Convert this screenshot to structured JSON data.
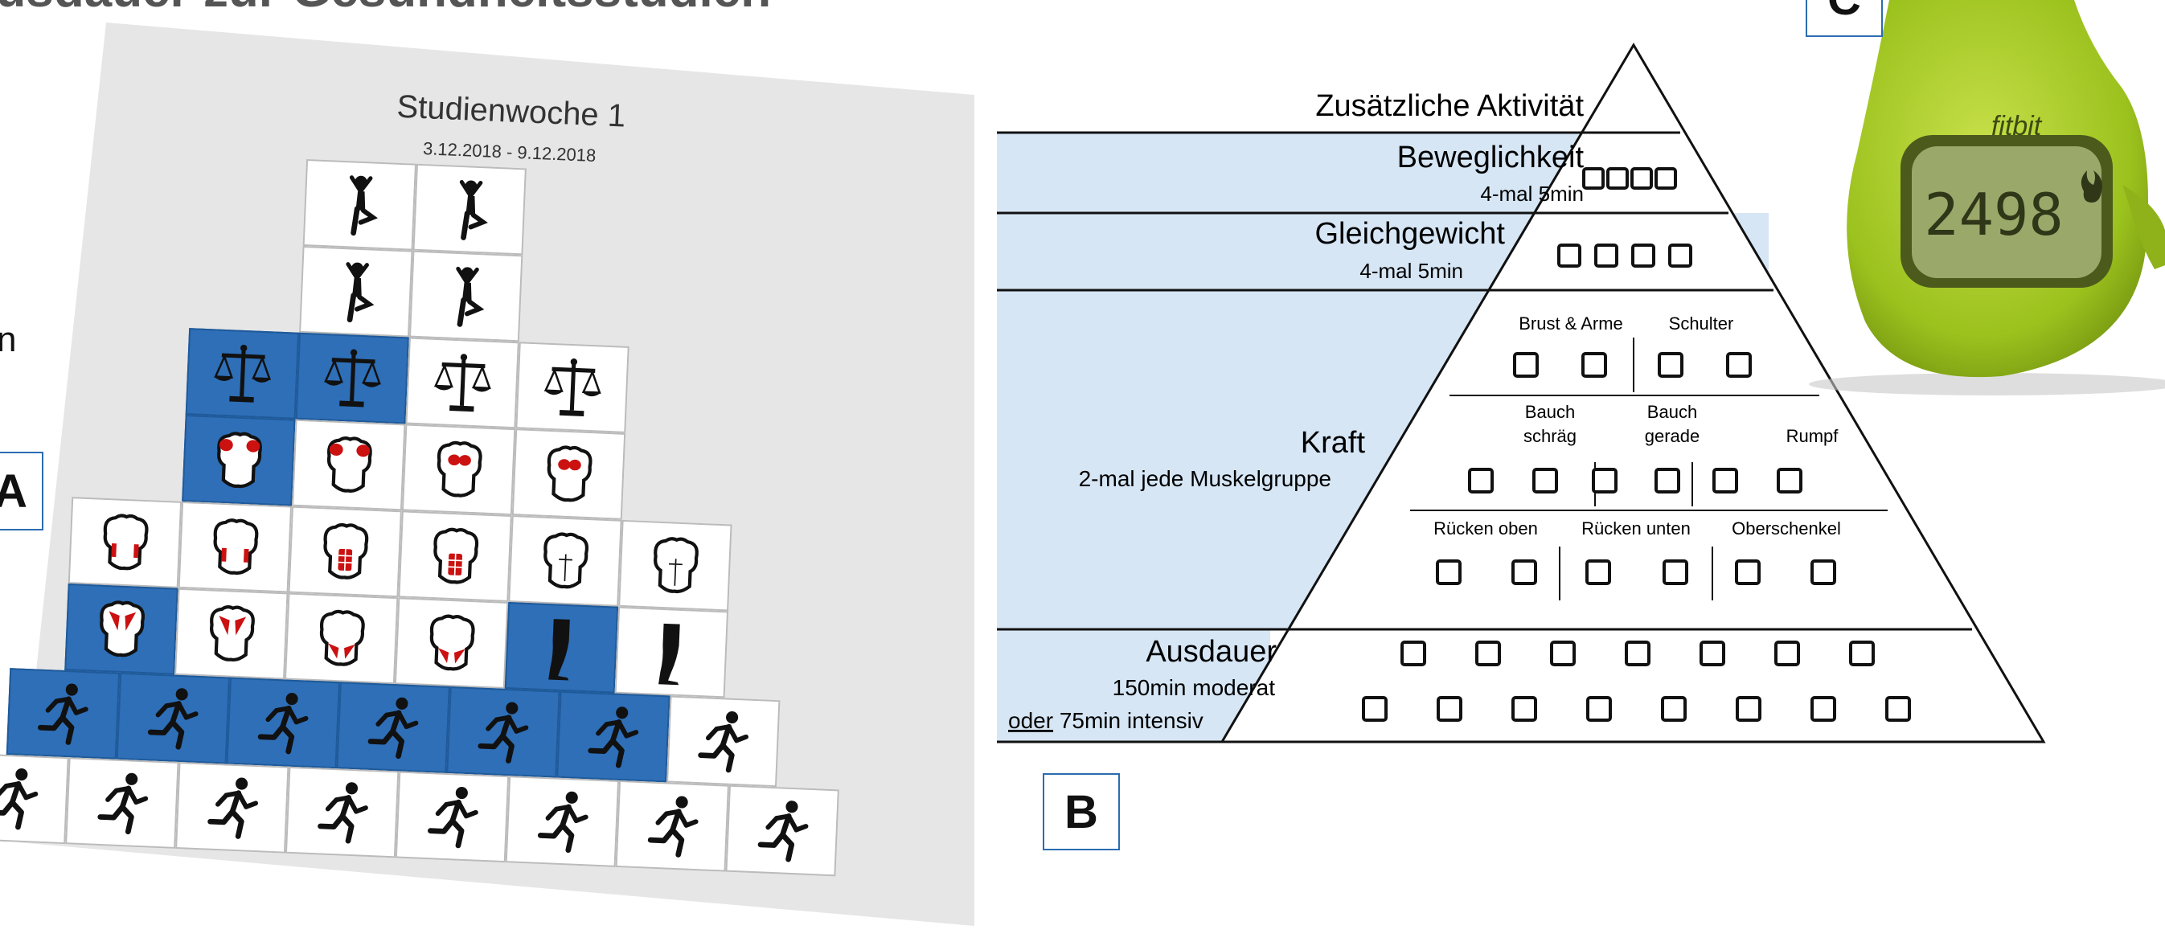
{
  "cut_title": "ausdauer zur Gesundheitsstudien",
  "cut_text": "n",
  "labels": {
    "a": "A",
    "b": "B",
    "c": "C"
  },
  "panel_a": {
    "title": "Studienwoche 1",
    "dates": "3.12.2018 - 9.12.2018",
    "rows": [
      {
        "tiles": [
          {
            "icon": "tree-pose-icon",
            "done": false
          },
          {
            "icon": "tree-pose-icon",
            "done": false
          }
        ]
      },
      {
        "tiles": [
          {
            "icon": "tree-pose-icon",
            "done": false
          },
          {
            "icon": "tree-pose-icon",
            "done": false
          }
        ]
      },
      {
        "tiles": [
          {
            "icon": "balance-scale-icon",
            "done": true
          },
          {
            "icon": "balance-scale-icon",
            "done": true
          },
          {
            "icon": "balance-scale-icon",
            "done": false
          },
          {
            "icon": "balance-scale-icon",
            "done": false
          }
        ]
      },
      {
        "tiles": [
          {
            "icon": "torso-shoulders-icon",
            "done": true
          },
          {
            "icon": "torso-shoulders-icon",
            "done": false
          },
          {
            "icon": "torso-chest-icon",
            "done": false
          },
          {
            "icon": "torso-chest-icon",
            "done": false
          }
        ]
      },
      {
        "tiles": [
          {
            "icon": "torso-oblique-icon",
            "done": false
          },
          {
            "icon": "torso-oblique-icon",
            "done": false
          },
          {
            "icon": "torso-abs-icon",
            "done": false
          },
          {
            "icon": "torso-abs-icon",
            "done": false
          },
          {
            "icon": "torso-outline-icon",
            "done": false
          },
          {
            "icon": "torso-outline-icon",
            "done": false
          }
        ]
      },
      {
        "tiles": [
          {
            "icon": "torso-upper-back-icon",
            "done": true
          },
          {
            "icon": "torso-upper-back-icon",
            "done": false
          },
          {
            "icon": "torso-lower-back-icon",
            "done": false
          },
          {
            "icon": "torso-lower-back-icon",
            "done": false
          },
          {
            "icon": "leg-icon",
            "done": true
          },
          {
            "icon": "leg-icon",
            "done": false
          }
        ]
      },
      {
        "tiles": [
          {
            "icon": "runner-icon",
            "done": true
          },
          {
            "icon": "runner-icon",
            "done": true
          },
          {
            "icon": "runner-icon",
            "done": true
          },
          {
            "icon": "runner-icon",
            "done": true
          },
          {
            "icon": "runner-icon",
            "done": true
          },
          {
            "icon": "runner-icon",
            "done": true
          },
          {
            "icon": "runner-icon",
            "done": false
          }
        ]
      },
      {
        "tiles": [
          {
            "icon": "runner-icon",
            "done": false
          },
          {
            "icon": "runner-icon",
            "done": false
          },
          {
            "icon": "runner-icon",
            "done": false
          },
          {
            "icon": "runner-icon",
            "done": false
          },
          {
            "icon": "runner-icon",
            "done": false
          },
          {
            "icon": "runner-icon",
            "done": false
          },
          {
            "icon": "runner-icon",
            "done": false
          },
          {
            "icon": "runner-icon",
            "done": false
          }
        ]
      }
    ],
    "colors": {
      "done": "#2e6fb8",
      "accent": "#cc1111"
    }
  },
  "panel_b": {
    "top_label": "Zusätzliche Aktivität",
    "beweglichkeit": {
      "title": "Beweglichkeit",
      "sub": "4-mal 5min",
      "boxes": 4
    },
    "gleichgewicht": {
      "title": "Gleichgewicht",
      "sub": "4-mal 5min",
      "boxes": 4
    },
    "kraft": {
      "title": "Kraft",
      "sub": "2-mal jede Muskelgruppe",
      "groups_row1": [
        "Brust & Arme",
        "Schulter"
      ],
      "groups_row2": [
        "Bauch schräg",
        "Bauch gerade",
        "Rumpf"
      ],
      "groups_row3": [
        "Rücken oben",
        "Rücken unten",
        "Oberschenkel"
      ],
      "bauch_label": "Bauch",
      "schraeg_label": "schräg",
      "gerade_label": "gerade"
    },
    "ausdauer": {
      "title": "Ausdauer",
      "sub1": "150min moderat",
      "sub2_or": "oder",
      "sub2_rest": " 75min intensiv",
      "row1_boxes": 7,
      "row2_boxes": 8
    },
    "colors": {
      "band": "#d6e6f5"
    }
  },
  "panel_c": {
    "brand": "fitbit",
    "steps": "2498",
    "colors": {
      "body": "#9cc21e",
      "screen": "#9aa86a"
    }
  }
}
